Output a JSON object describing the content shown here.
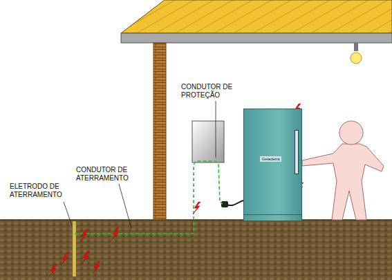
{
  "diagram": {
    "nodes": [
      {
        "text": [
          "Geladeira"
        ]
      }
    ],
    "labels": [
      "CONDUTOR DE PROTEÇÃO",
      "CONDUTOR DE ATERRAMENTO",
      "ELETRODO DE ATERRAMENTO"
    ]
  }
}
